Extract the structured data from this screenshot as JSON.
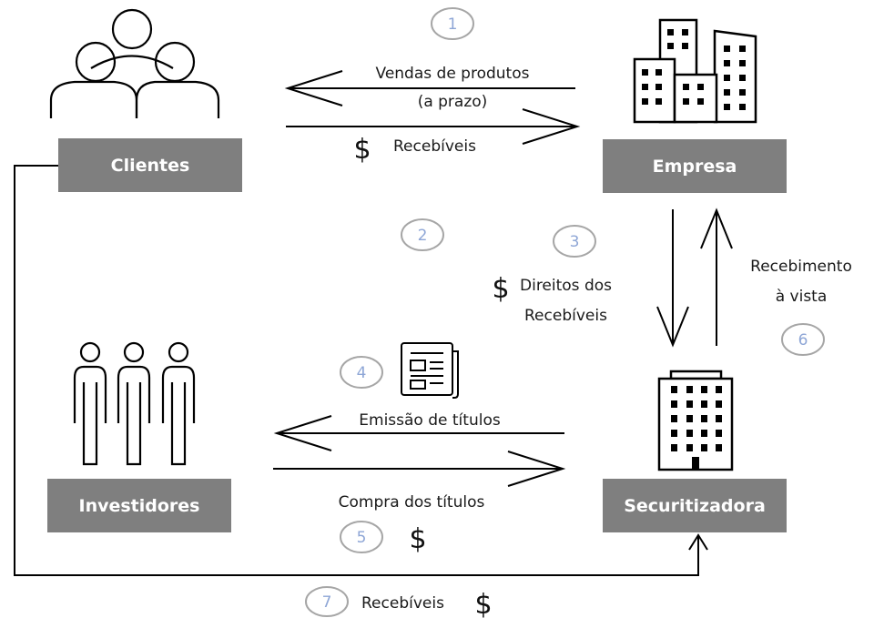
{
  "colors": {
    "box": "#7f7f7f",
    "box_text": "#ffffff",
    "step_number": "#8ea6d6",
    "step_circle": "#a6a6a6",
    "line": "#000000"
  },
  "entities": {
    "clientes": {
      "label": "Clientes",
      "icon": "people-group-icon"
    },
    "empresa": {
      "label": "Empresa",
      "icon": "office-buildings-icon"
    },
    "investidores": {
      "label": "Investidores",
      "icon": "investors-group-icon"
    },
    "securitizadora": {
      "label": "Securitizadora",
      "icon": "building-icon"
    }
  },
  "steps": {
    "s1": {
      "number": "1"
    },
    "s2": {
      "number": "2"
    },
    "s3": {
      "number": "3"
    },
    "s4": {
      "number": "4"
    },
    "s5": {
      "number": "5"
    },
    "s6": {
      "number": "6"
    },
    "s7": {
      "number": "7"
    }
  },
  "flows": {
    "vendas": {
      "line1": "Vendas de produtos",
      "line2": "(a prazo)"
    },
    "recebiveis_1": {
      "label": "Recebíveis",
      "symbol": "$"
    },
    "direitos": {
      "line1": "Direitos dos",
      "line2": "Recebíveis",
      "symbol": "$"
    },
    "recebimento": {
      "line1": "Recebimento",
      "line2": "à vista"
    },
    "emissao": {
      "label": "Emissão de títulos",
      "icon": "document-icon"
    },
    "compra": {
      "label": "Compra dos títulos",
      "symbol": "$"
    },
    "recebiveis_7": {
      "label": "Recebíveis",
      "symbol": "$"
    }
  }
}
